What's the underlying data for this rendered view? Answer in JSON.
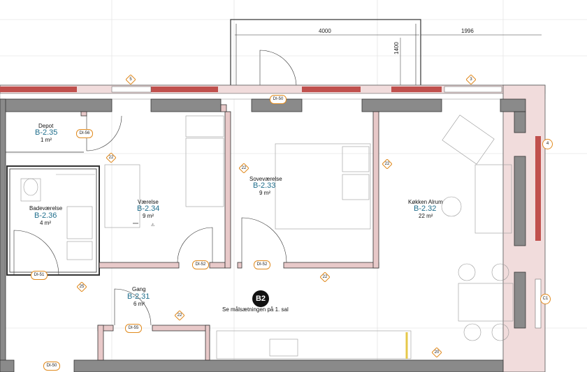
{
  "rooms": [
    {
      "name": "Depot",
      "code": "B-2.35",
      "area": "1 m²"
    },
    {
      "name": "Badeværelse",
      "code": "B-2.36",
      "area": "4 m²"
    },
    {
      "name": "Værelse",
      "code": "B-2.34",
      "area": "9 m²"
    },
    {
      "name": "Soveværelse",
      "code": "B-2.33",
      "area": "9 m²"
    },
    {
      "name": "Køkken Alrum",
      "code": "B-2.32",
      "area": "22 m²"
    },
    {
      "name": "Gang",
      "code": "B-2.31",
      "area": "6 m²"
    }
  ],
  "dimensions": {
    "width_main": "4000",
    "width_side": "1996",
    "depth": "1400"
  },
  "door_tags": [
    "DI-50",
    "DI-56",
    "DI-51",
    "DI-52",
    "DI-52",
    "DI-55",
    "DI-50"
  ],
  "hex_tags": [
    "5",
    "3",
    "22",
    "22",
    "22",
    "22",
    "22",
    "25",
    "20"
  ],
  "circle_tags": [
    "4",
    "C1"
  ],
  "section_marker": {
    "label": "B2",
    "note": "Se målsætningen på 1. sal"
  },
  "colors": {
    "wall_fill": "#8a8a8a",
    "window_red": "#c0504d",
    "tag_orange": "#e08a1e",
    "room_code": "#1f6e8c"
  }
}
